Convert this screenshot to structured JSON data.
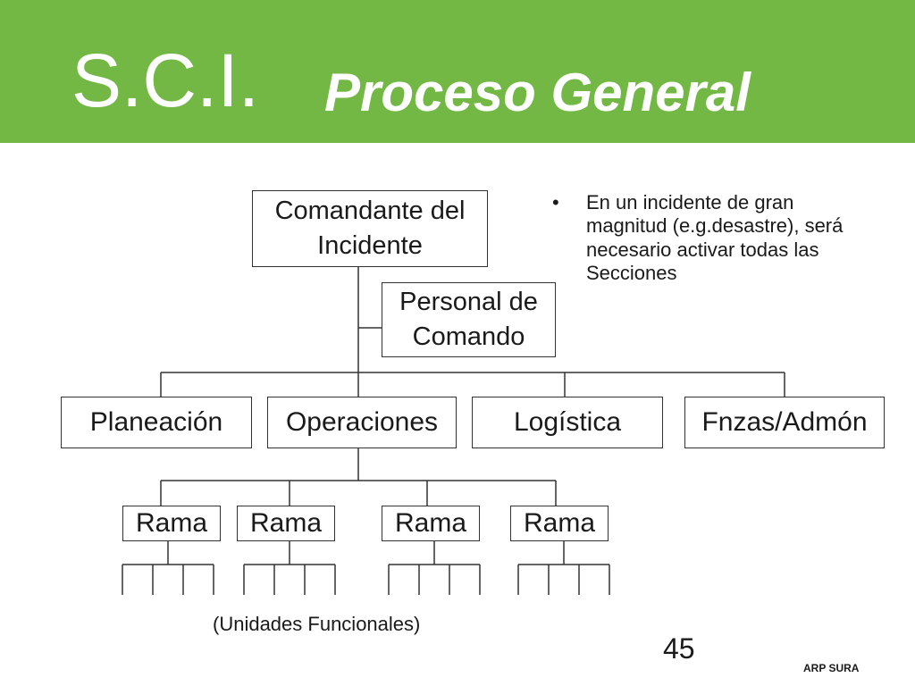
{
  "slide": {
    "title_acronym": "S.C.I.",
    "title_main": "Proceso General",
    "header_color": "#73b844",
    "page_number": "45",
    "brand": "ARP SURA",
    "units_caption": "(Unidades Funcionales)"
  },
  "note": {
    "bullet": "•",
    "text": "En un incidente de gran magnitud (e.g.desastre), será necesario activar todas las Secciones"
  },
  "org_chart": {
    "commander": [
      "Comandante del",
      "Incidente"
    ],
    "command_staff": [
      "Personal de",
      "Comando"
    ],
    "sections": [
      "Planeación",
      "Operaciones",
      "Logística",
      "Fnzas/Admón"
    ],
    "branches": [
      "Rama",
      "Rama",
      "Rama",
      "Rama"
    ]
  }
}
